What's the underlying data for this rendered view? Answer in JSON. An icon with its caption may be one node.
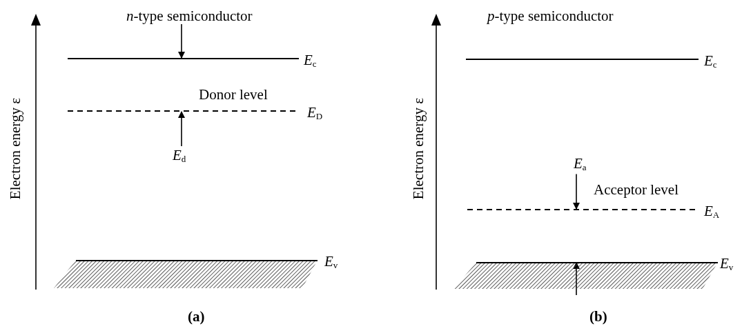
{
  "diagram": {
    "nodes": [
      {
        "text": [
          "*n*-type semiconductor"
        ]
      },
      {
        "text": [],
        "shape": "line",
        "beside": [
          "*E*$_{c}$"
        ]
      },
      {
        "text": [],
        "shape": "dashes",
        "beside": [
          "Donor level",
          "*E*$_{D}$"
        ]
      },
      {
        "text": [
          "*E*$_{d}$"
        ]
      },
      {
        "text": [],
        "shape": "band",
        "beside": [
          "*E*$_{v}$"
        ]
      },
      {
        "text": [],
        "shape": "line",
        "beside": [
          "*E*$_{c}$"
        ]
      },
      {
        "text": [
          "*E*$_{a}$"
        ]
      },
      {
        "text": [],
        "shape": "dashes",
        "beside": [
          "Acceptor level",
          "*E*$_{A}$"
        ]
      },
      {
        "text": [],
        "shape": "band",
        "beside": [
          "*E*$_{v}$"
        ]
      }
    ],
    "edges": [
      {
        "from": 0,
        "to": 1,
        "arrow": "to"
      },
      {
        "from": 3,
        "to": 2,
        "arrow": "to"
      },
      {
        "from": 6,
        "to": 7,
        "arrow": "to"
      },
      {
        "from": null,
        "to": 8,
        "arrow": "to"
      }
    ],
    "labels": [
      "Electron energy ε",
      "*p*-type semiconductor",
      "Electron energy ε",
      "(a)",
      "(b)"
    ]
  }
}
